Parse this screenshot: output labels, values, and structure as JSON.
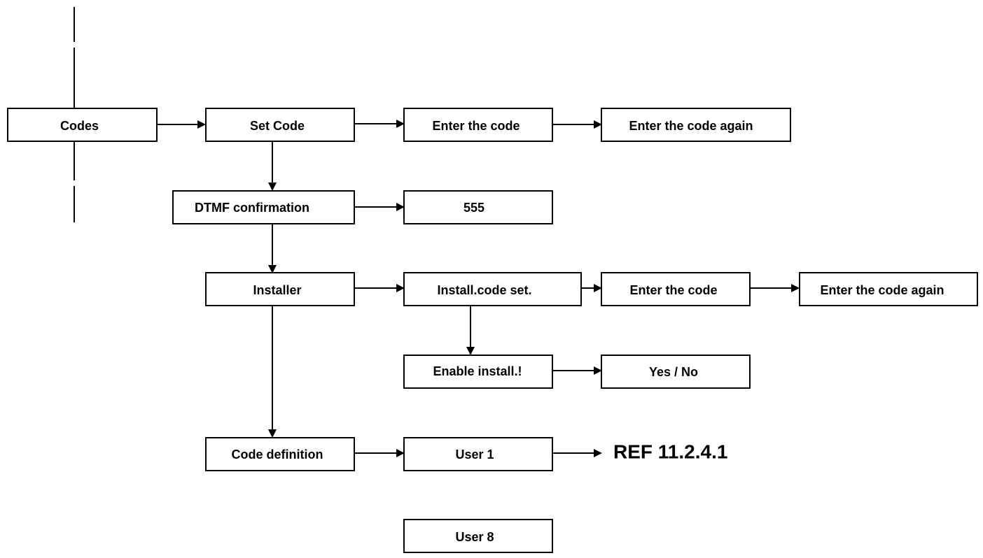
{
  "boxes": {
    "codes": "Codes",
    "set_code": "Set Code",
    "enter_code_1": "Enter the code",
    "enter_code_again_1": "Enter the code again",
    "dtmf_confirmation": "DTMF confirmation",
    "dtmf_value": "555",
    "installer": "Installer",
    "install_code_set": "Install.code set.",
    "enter_code_2": "Enter the code",
    "enter_code_again_2": "Enter the code again",
    "enable_install": "Enable install.!",
    "yes_no": "Yes / No",
    "code_definition": "Code definition",
    "user_1": "User 1",
    "user_8": "User 8"
  },
  "reference": "REF 11.2.4.1"
}
